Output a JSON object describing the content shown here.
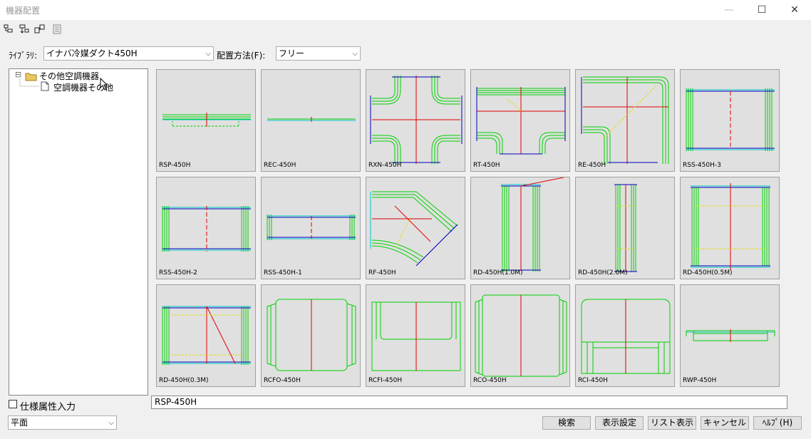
{
  "window": {
    "title": "機器配置",
    "minimize_icon": "—",
    "maximize_icon": "☐",
    "close_icon": "✕"
  },
  "toolbar": {
    "icons": [
      "tree-icon",
      "tree-down-icon",
      "link-icon",
      "document-icon"
    ]
  },
  "library": {
    "label": "ﾗｲﾌﾞﾗﾘ:",
    "value": "イナバ冷媒ダクト450H"
  },
  "placement": {
    "label": "配置方法(F):",
    "value": "フリー"
  },
  "tree": {
    "expander": "⊟",
    "root": "その他空調機器",
    "child": "空調機器その他"
  },
  "items": [
    "RSP-450H",
    "REC-450H",
    "RXN-450H",
    "RT-450H",
    "RE-450H",
    "RSS-450H-3",
    "RSS-450H-2",
    "RSS-450H-1",
    "RF-450H",
    "RD-450H(1.0M)",
    "RD-450H(2.0M)",
    "RD-450H(0.5M)",
    "RD-450H(0.3M)",
    "RCFO-450H",
    "RCFI-450H",
    "RCO-450H",
    "RCI-450H",
    "RWP-450H"
  ],
  "selected_name": "RSP-450H",
  "spec_checkbox": {
    "label": "仕様属性入力",
    "checked": false
  },
  "view": {
    "value": "平面"
  },
  "buttons": {
    "search": "検索",
    "display": "表示設定",
    "list": "リスト表示",
    "cancel": "キャンセル",
    "help": "ﾍﾙﾌﾟ(H)"
  },
  "colors": {
    "green": "#00d000",
    "cyan": "#00c8c8",
    "red": "#e00000",
    "blue": "#0000c0",
    "yellow": "#e0e000"
  }
}
